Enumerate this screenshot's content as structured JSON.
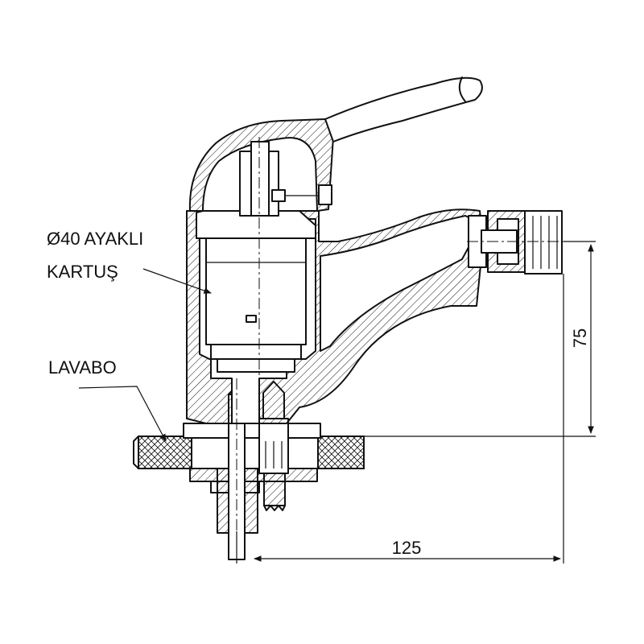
{
  "labels": {
    "cartridge_line1": "Ø40 AYAKLI",
    "cartridge_line2": "KARTUŞ",
    "basin": "LAVABO"
  },
  "dimensions": {
    "height": "75",
    "width": "125"
  }
}
